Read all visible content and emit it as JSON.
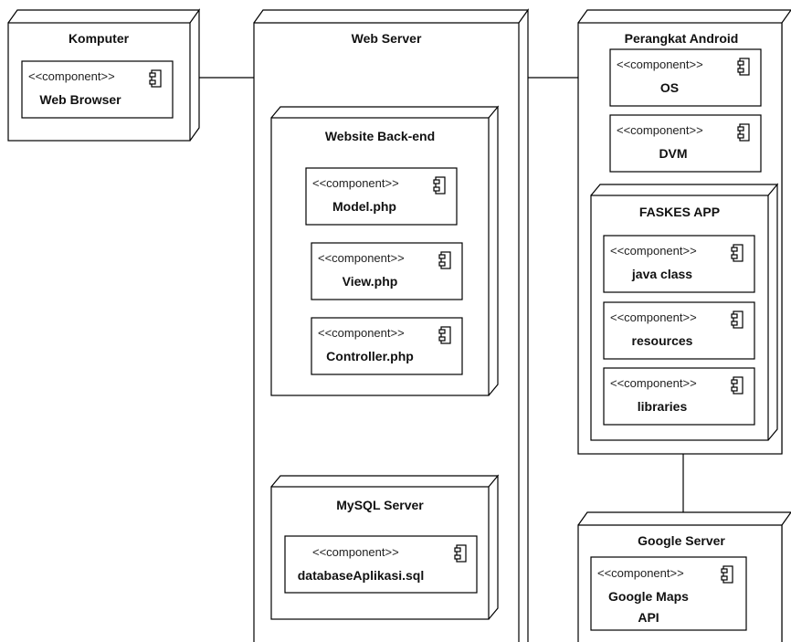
{
  "stereotype": "<<component>>",
  "nodes": {
    "komputer": {
      "title": "Komputer",
      "components": [
        {
          "name": "Web Browser"
        }
      ]
    },
    "web_server": {
      "title": "Web Server",
      "backend": {
        "title": "Website Back-end",
        "components": [
          {
            "name": "Model.php"
          },
          {
            "name": "View.php"
          },
          {
            "name": "Controller.php"
          }
        ]
      },
      "mysql": {
        "title": "MySQL Server",
        "components": [
          {
            "name": "databaseAplikasi.sql"
          }
        ]
      }
    },
    "android": {
      "title": "Perangkat Android",
      "components": [
        {
          "name": "OS"
        },
        {
          "name": "DVM"
        }
      ],
      "faskes": {
        "title": "FASKES APP",
        "components": [
          {
            "name": "java class"
          },
          {
            "name": "resources"
          },
          {
            "name": "libraries"
          }
        ]
      }
    },
    "google": {
      "title": "Google Server",
      "components": [
        {
          "name_line1": "Google Maps",
          "name_line2": "API"
        }
      ]
    }
  }
}
